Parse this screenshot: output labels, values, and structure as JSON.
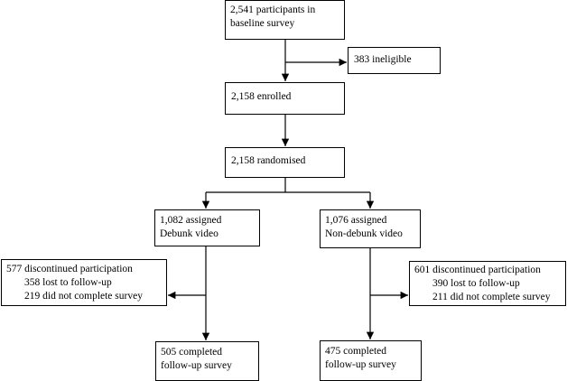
{
  "nodes": {
    "baseline": {
      "lines": [
        "2,541 participants in",
        "baseline survey"
      ]
    },
    "ineligible": {
      "lines": [
        "383 ineligible"
      ]
    },
    "enrolled": {
      "lines": [
        "2,158 enrolled"
      ]
    },
    "randomised": {
      "lines": [
        "2,158 randomised"
      ]
    },
    "debunk_assigned": {
      "lines": [
        "1,082 assigned",
        "Debunk video"
      ]
    },
    "nondebunk_assigned": {
      "lines": [
        "1,076 assigned",
        "Non-debunk video"
      ]
    },
    "debunk_discontinued": {
      "lines": [
        "577 discontinued participation",
        "358 lost to follow-up",
        "219 did not complete survey"
      ]
    },
    "nondebunk_discontinued": {
      "lines": [
        "601 discontinued participation",
        "390 lost to follow-up",
        "211 did not complete survey"
      ]
    },
    "debunk_completed": {
      "lines": [
        "505 completed",
        "follow-up survey"
      ]
    },
    "nondebunk_completed": {
      "lines": [
        "475 completed",
        "follow-up survey"
      ]
    }
  }
}
